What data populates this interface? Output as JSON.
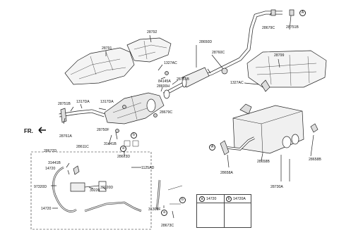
{
  "diagram": {
    "direction_label": "FR.",
    "part_labels": {
      "p28792": "28792",
      "p28791": "28791",
      "p1327AC_a": "1327AC",
      "p84145A": "84145A",
      "p28600H": "28600H",
      "p28650D": "28650D",
      "p28760C": "28760C",
      "p28751B_a": "28751B",
      "p28679C_a": "28679C",
      "p28679C_b": "28679C",
      "p28751B_b": "28751B",
      "p28799": "28799",
      "p1327AC_b": "1327AC",
      "p28751B_c": "28751B",
      "p1317DA_a": "1317DA",
      "p1317DA_b": "1317DA",
      "p28761A": "28761A",
      "p28611C": "28611C",
      "p28750F": "28750F",
      "p31441B_a": "31441B",
      "p28673D": "28673D",
      "p28672D": "28672D",
      "p31441B_b": "31441B",
      "p14720_a": "14720",
      "p97320D": "97320D",
      "p39220": "39220",
      "p39220D": "39220D",
      "p14720_b": "14720",
      "p1125AD": "1125AD",
      "p31309F": "31309F",
      "p28673C": "28673C",
      "p28658B_a": "28658B",
      "p28658A": "28658A",
      "p28658B_b": "28658B",
      "p28730A": "28730A"
    },
    "callouts": {
      "A": "A",
      "a": "a",
      "b": "b"
    },
    "legend": {
      "col1_marker": "a",
      "col1_part": "14720",
      "col2_marker": "b",
      "col2_part": "14720A"
    }
  }
}
